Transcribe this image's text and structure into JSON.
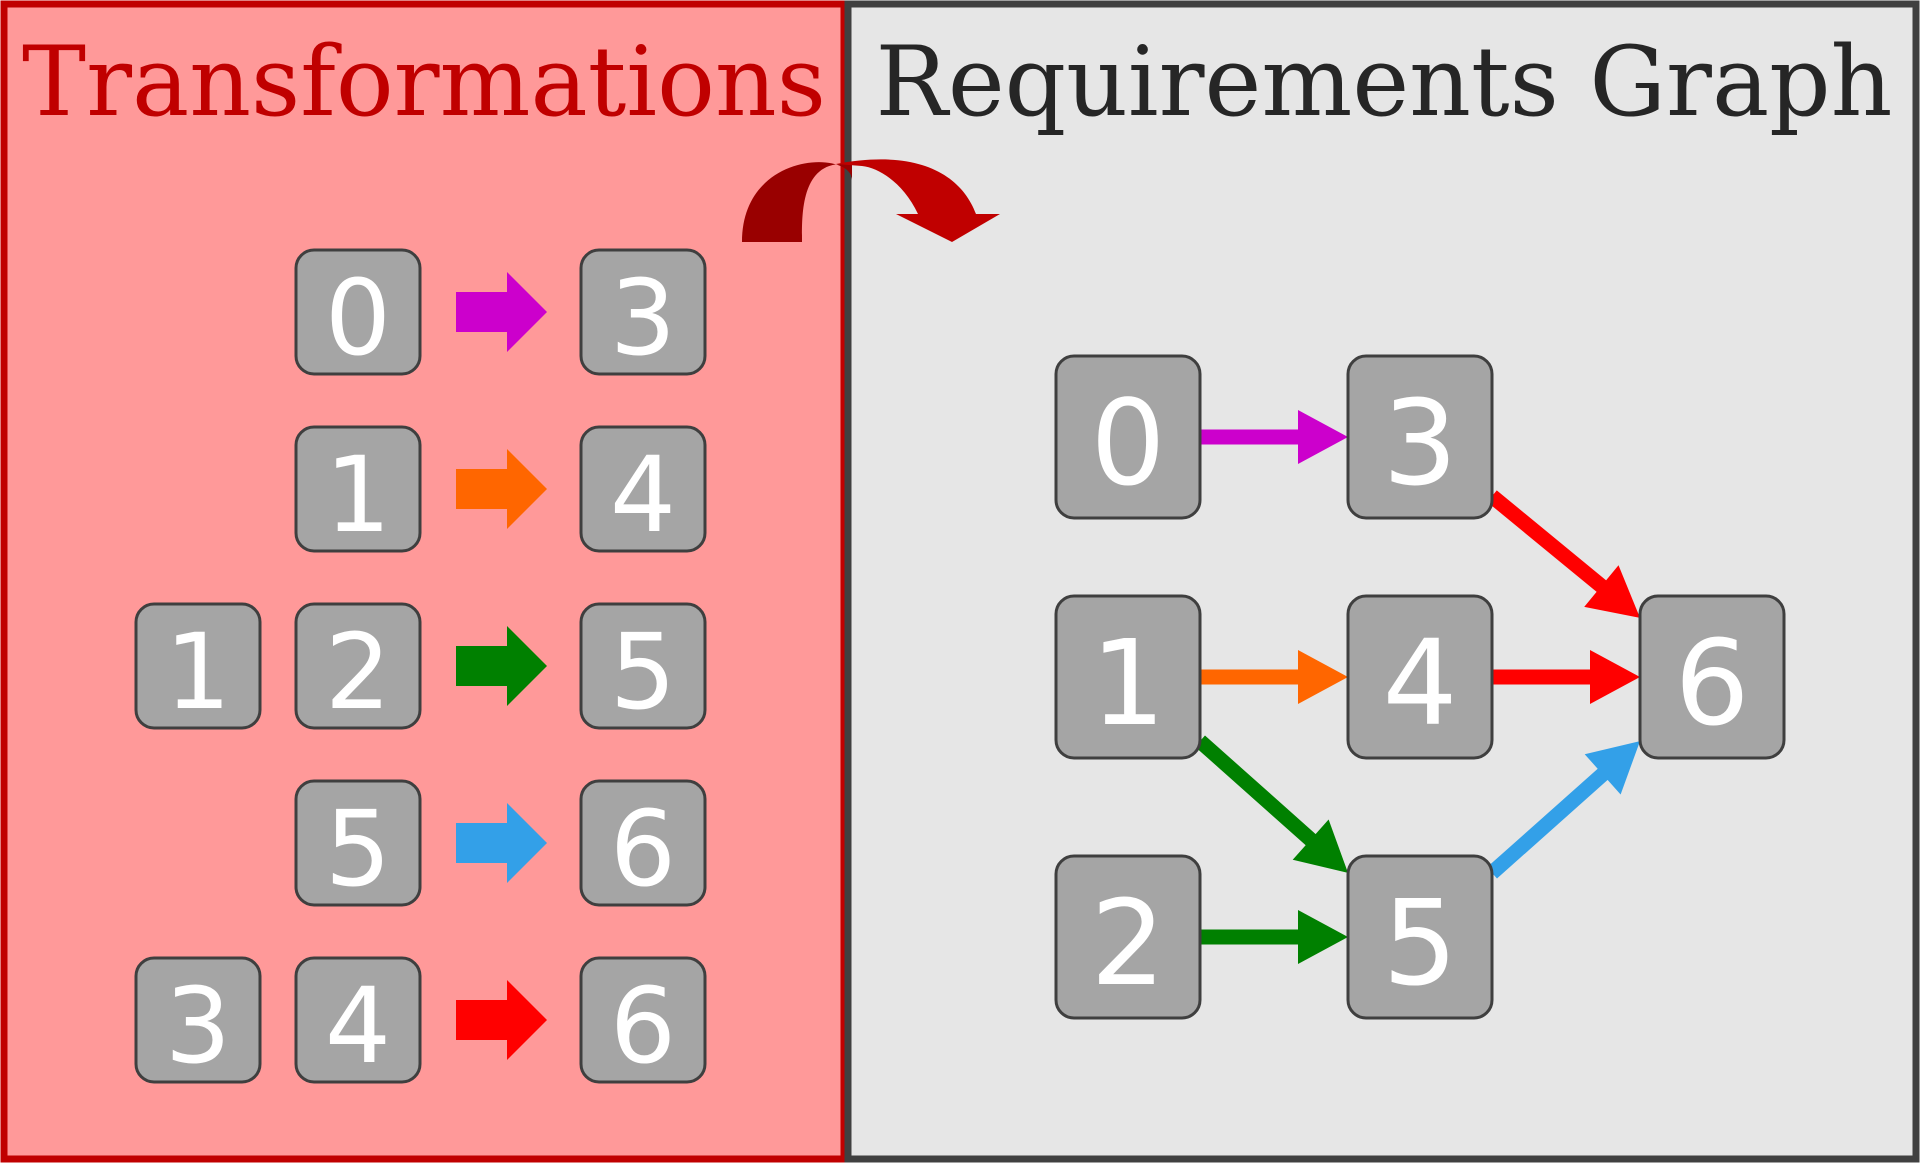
{
  "colors": {
    "left_panel_fill": "#ff9999",
    "left_panel_border": "#c00000",
    "left_title": "#c00000",
    "right_panel_fill": "#e6e6e6",
    "right_panel_border": "#404040",
    "right_title": "#262626",
    "node_fill": "#a5a5a5",
    "node_border": "#3f3f3f",
    "node_text": "#ffffff",
    "curved_arrow_dark": "#990000",
    "curved_arrow": "#c00000"
  },
  "left_panel": {
    "title": "Transformations",
    "rules": [
      {
        "inputs": [
          "0"
        ],
        "output": "3",
        "color": "#cc00cc"
      },
      {
        "inputs": [
          "1"
        ],
        "output": "4",
        "color": "#ff6600"
      },
      {
        "inputs": [
          "1",
          "2"
        ],
        "output": "5",
        "color": "#008000"
      },
      {
        "inputs": [
          "5"
        ],
        "output": "6",
        "color": "#33a0e8"
      },
      {
        "inputs": [
          "3",
          "4"
        ],
        "output": "6",
        "color": "#ff0000"
      }
    ]
  },
  "right_panel": {
    "title": "Requirements Graph",
    "nodes": [
      "0",
      "1",
      "2",
      "3",
      "4",
      "5",
      "6"
    ],
    "edges": [
      {
        "from": "0",
        "to": "3",
        "color": "#cc00cc"
      },
      {
        "from": "1",
        "to": "4",
        "color": "#ff6600"
      },
      {
        "from": "1",
        "to": "5",
        "color": "#008000"
      },
      {
        "from": "2",
        "to": "5",
        "color": "#008000"
      },
      {
        "from": "3",
        "to": "6",
        "color": "#ff0000"
      },
      {
        "from": "4",
        "to": "6",
        "color": "#ff0000"
      },
      {
        "from": "5",
        "to": "6",
        "color": "#33a0e8"
      }
    ]
  }
}
